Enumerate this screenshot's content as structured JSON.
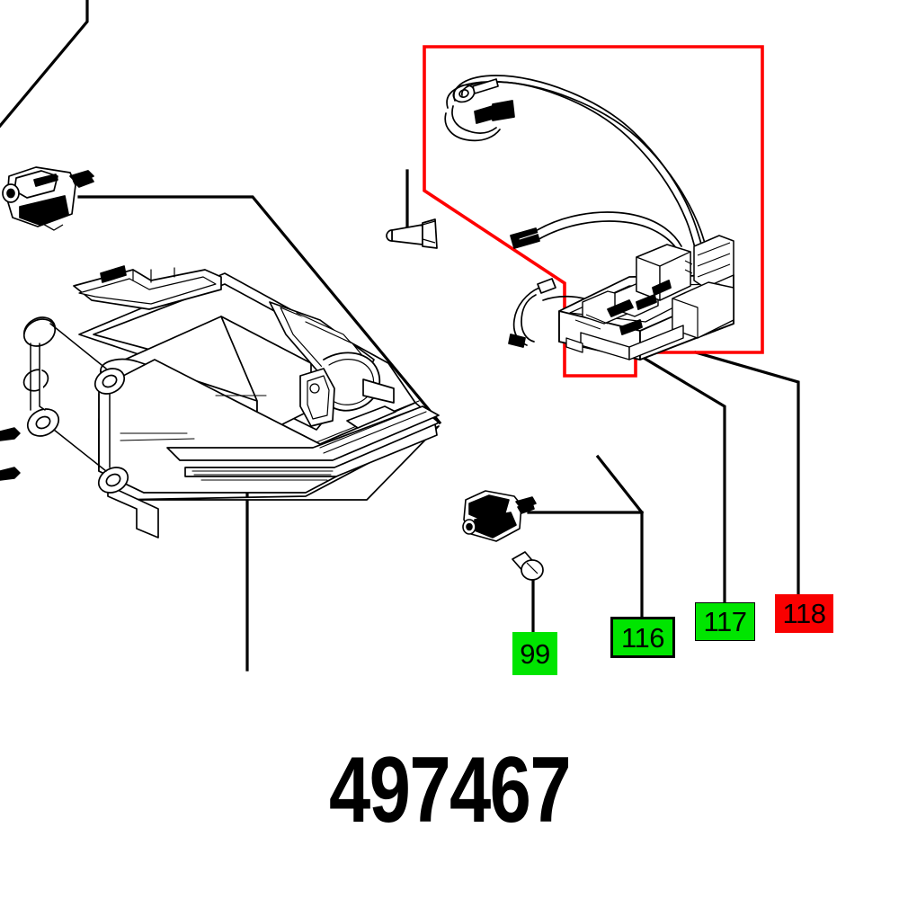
{
  "sheet": {
    "part_number": "497467",
    "background_color": "#ffffff",
    "line_color": "#000000",
    "highlight_color": "#ff0000",
    "callout_green": "#00e500",
    "callout_red": "#f90000"
  },
  "callouts": [
    {
      "id": "99",
      "label": "99",
      "color": "#00e500",
      "type": "green",
      "bordered": false
    },
    {
      "id": "116",
      "label": "116",
      "color": "#00e500",
      "type": "green",
      "bordered": true
    },
    {
      "id": "117",
      "label": "117",
      "color": "#00e500",
      "type": "green",
      "bordered": true
    },
    {
      "id": "118",
      "label": "118",
      "color": "#f90000",
      "type": "red",
      "bordered": false
    }
  ],
  "parts": [
    {
      "name": "gear-housing-assembly",
      "description": "Large isometric gear housing / base plate assembly at left"
    },
    {
      "name": "micro-switch-upper-left",
      "description": "Small micro switch with terminal, upper left"
    },
    {
      "name": "micro-switch-lower-center",
      "description": "Small micro switch, lower center"
    },
    {
      "name": "hex-bolt-upper",
      "description": "Hex flange bolt, upper center"
    },
    {
      "name": "screw-99",
      "description": "Small screw called out by label 99"
    },
    {
      "name": "wire-harness",
      "description": "Looped wire harness with spade terminals"
    },
    {
      "name": "electronic-module",
      "description": "Electronic speed-control module / switch block"
    }
  ],
  "highlight_region": {
    "name": "red-highlight-outline",
    "description": "Red polygon enclosing the wire harness and electronic module"
  }
}
